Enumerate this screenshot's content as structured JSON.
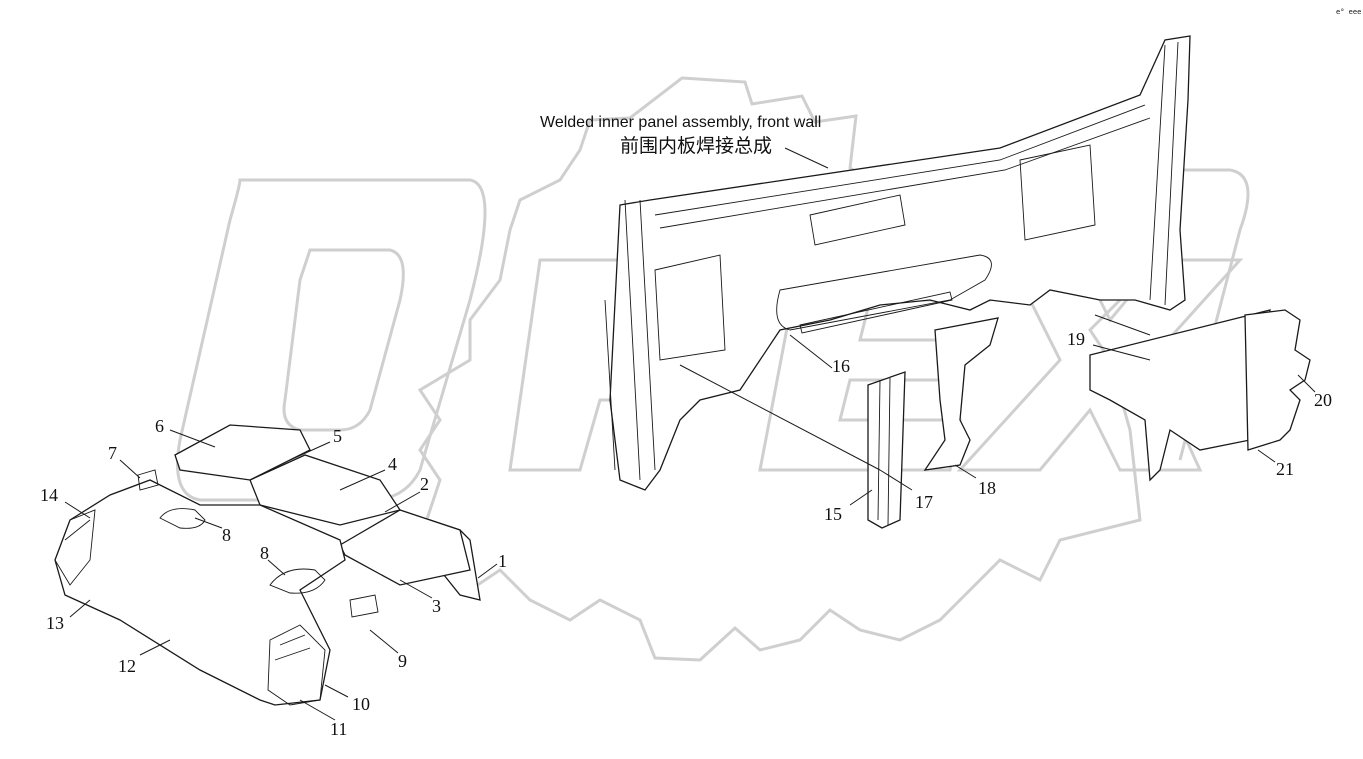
{
  "diagram": {
    "corner_mark": "e° eee",
    "assembly_title_en": "Welded inner panel assembly, front wall",
    "assembly_title_cn": "前围内板焊接总成",
    "watermark_text": "OPEX",
    "callouts": [
      {
        "id": "c1",
        "text": "1"
      },
      {
        "id": "c2",
        "text": "2"
      },
      {
        "id": "c3",
        "text": "3"
      },
      {
        "id": "c4",
        "text": "4"
      },
      {
        "id": "c5",
        "text": "5"
      },
      {
        "id": "c6",
        "text": "6"
      },
      {
        "id": "c7",
        "text": "7"
      },
      {
        "id": "c8a",
        "text": "8"
      },
      {
        "id": "c8b",
        "text": "8"
      },
      {
        "id": "c9",
        "text": "9"
      },
      {
        "id": "c10",
        "text": "10"
      },
      {
        "id": "c11",
        "text": "11"
      },
      {
        "id": "c12",
        "text": "12"
      },
      {
        "id": "c13",
        "text": "13"
      },
      {
        "id": "c14",
        "text": "14"
      },
      {
        "id": "c15",
        "text": "15"
      },
      {
        "id": "c16",
        "text": "16"
      },
      {
        "id": "c17",
        "text": "17"
      },
      {
        "id": "c18",
        "text": "18"
      },
      {
        "id": "c19",
        "text": "19"
      },
      {
        "id": "c20",
        "text": "20"
      },
      {
        "id": "c21",
        "text": "21"
      }
    ]
  }
}
